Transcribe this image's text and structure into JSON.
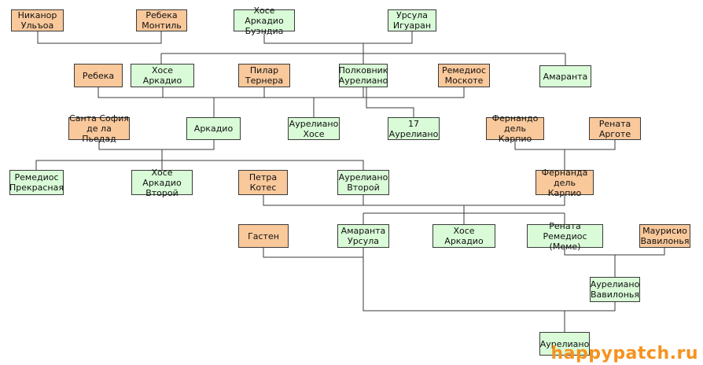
{
  "people": {
    "nikanor": "Никанор\nУльъоа",
    "rebeka_montil": "Ребека\nМонтиль",
    "jose_arkadio_buendia": "Хосе Аркадио\nБуэндиа",
    "ursula": "Урсула\nИгуаран",
    "rebeka": "Ребека",
    "jose_arkadio": "Хосе Аркадио",
    "pilar": "Пилар\nТернера",
    "colonel": "Полковник\nАурелиано",
    "remedios_moskote": "Ремедиос\nМоскоте",
    "amaranta": "Амаранта",
    "santa_sofia": "Санта София\nде ла Пьедад",
    "arkadio": "Аркадио",
    "aureliano_jose": "Аурелиано\nХосе",
    "aureliano_17": "17\nАурелиано",
    "fernando": "Фернандо\nдель Карпио",
    "renata_argote": "Рената\nАрготе",
    "remedios_beautiful": "Ремедиос\nПрекрасная",
    "jose_arkadio_second": "Хосе Аркадио\nВторой",
    "petra": "Петра\nКотес",
    "aureliano_second": "Аурелиано\nВторой",
    "fernanda": "Фернанда\nдель Карпио",
    "gasten": "Гастен",
    "amaranta_ursula": "Амаранта\nУрсула",
    "jose_arkadio_jr": "Хосе Аркадио",
    "renata_remedios": "Рената\nРемедиос (Меме)",
    "mauricio": "Маурисио\nВавилонья",
    "aureliano_babilonia": "Аурелиано\nВавилонья",
    "aureliano_last": "Аурелиано"
  },
  "colors": {
    "spouse": "#f9c89b",
    "relative": "#d9fbd7",
    "line": "#3a3a3a",
    "watermark": "#f6921e"
  },
  "watermark": "happypatch.ru"
}
